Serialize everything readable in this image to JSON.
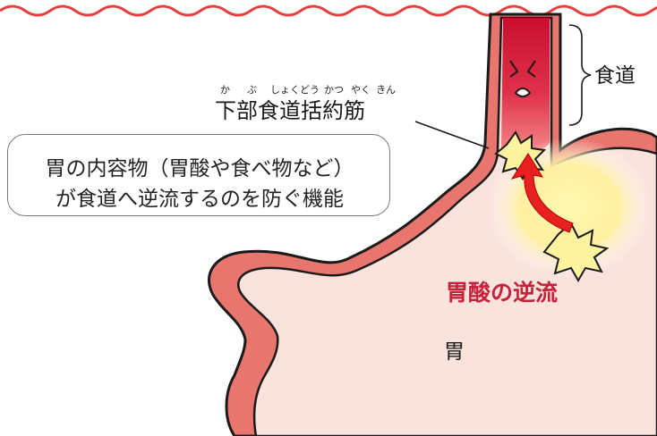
{
  "labels": {
    "esophagus": "食道",
    "lower_sphincter": "下部食道括約筋",
    "lower_sphincter_ruby": [
      "か",
      "ぶ",
      "しょくどう",
      "かつ",
      "やく",
      "きん"
    ],
    "acid_reflux": "胃酸の逆流",
    "stomach": "胃"
  },
  "callout": {
    "line1": "胃の内容物（胃酸や食べ物など）",
    "line2": "が食道へ逆流するのを防ぐ機能"
  },
  "colors": {
    "border_wave": "#e83f3f",
    "stomach_wall": "#e8766f",
    "stomach_inside": "#fbe3dd",
    "acid_yellow": "#fff2a0",
    "reflux_arrow": "#e82020",
    "esophagus_red": "#e0304a"
  }
}
